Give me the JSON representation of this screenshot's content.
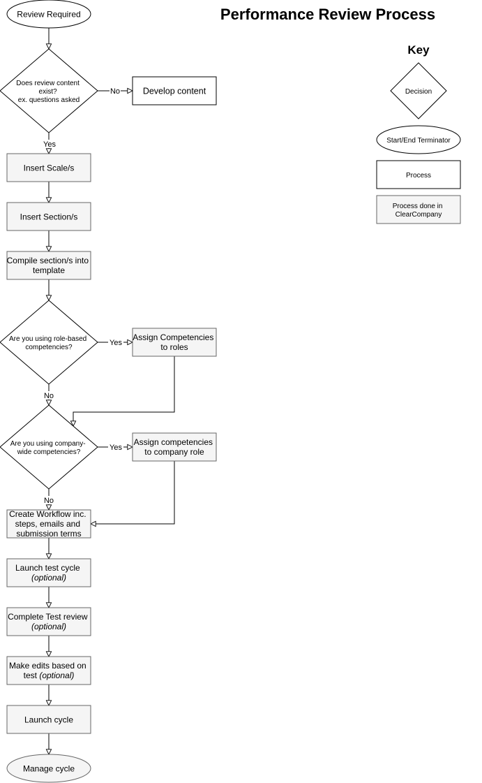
{
  "title": "Performance Review Process",
  "key": {
    "heading": "Key",
    "decision": "Decision",
    "terminator": "Start/End Terminator",
    "process": "Process",
    "clearcompany": [
      "Process done in",
      "ClearCompany"
    ]
  },
  "nodes": {
    "review_required": "Review Required",
    "content_exists": [
      "Does review content",
      "exist?",
      "ex. questions asked"
    ],
    "develop_content": "Develop content",
    "insert_scales": "Insert Scale/s",
    "insert_sections": "Insert Section/s",
    "compile": [
      "Compile section/s into",
      "template"
    ],
    "role_based": [
      "Are you using role-based",
      "competencies?"
    ],
    "assign_roles": [
      "Assign Competencies",
      "to roles"
    ],
    "company_wide": [
      "Are you using company-",
      "wide competencies?"
    ],
    "assign_company": [
      "Assign competencies",
      "to company role"
    ],
    "create_workflow": [
      "Create Workflow inc.",
      "steps, emails and",
      "submission terms"
    ],
    "launch_test": [
      "Launch test cycle",
      "(optional)"
    ],
    "complete_test": [
      "Complete Test review",
      "(optional)"
    ],
    "make_edits": [
      "Make edits based on",
      "test ",
      "(optional)"
    ],
    "launch_cycle": "Launch cycle",
    "manage_cycle": "Manage cycle"
  },
  "edge_labels": {
    "no": "No",
    "yes": "Yes"
  }
}
